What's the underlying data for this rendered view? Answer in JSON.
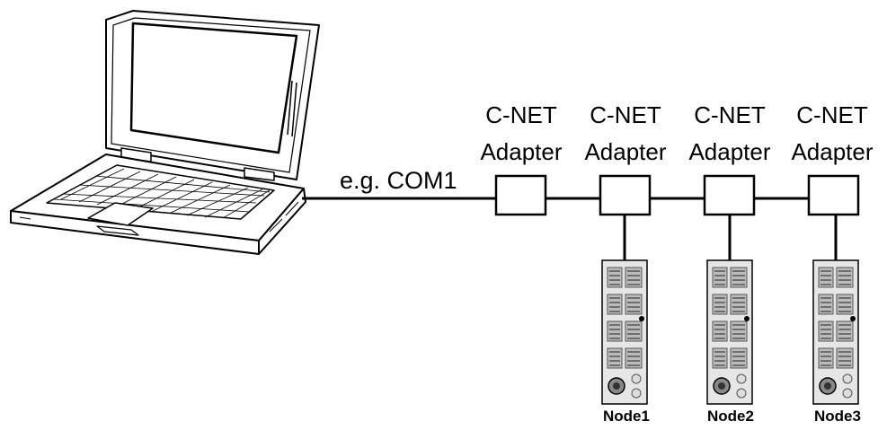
{
  "connection_label": "e.g. COM1",
  "adapters": [
    {
      "line1": "C-NET",
      "line2": "Adapter"
    },
    {
      "line1": "C-NET",
      "line2": "Adapter"
    },
    {
      "line1": "C-NET",
      "line2": "Adapter"
    },
    {
      "line1": "C-NET",
      "line2": "Adapter"
    }
  ],
  "nodes": [
    {
      "label": "Node1"
    },
    {
      "label": "Node2"
    },
    {
      "label": "Node3"
    }
  ],
  "colors": {
    "line": "#000000",
    "device_body": "#e6e6e6",
    "device_detail": "#555555"
  }
}
